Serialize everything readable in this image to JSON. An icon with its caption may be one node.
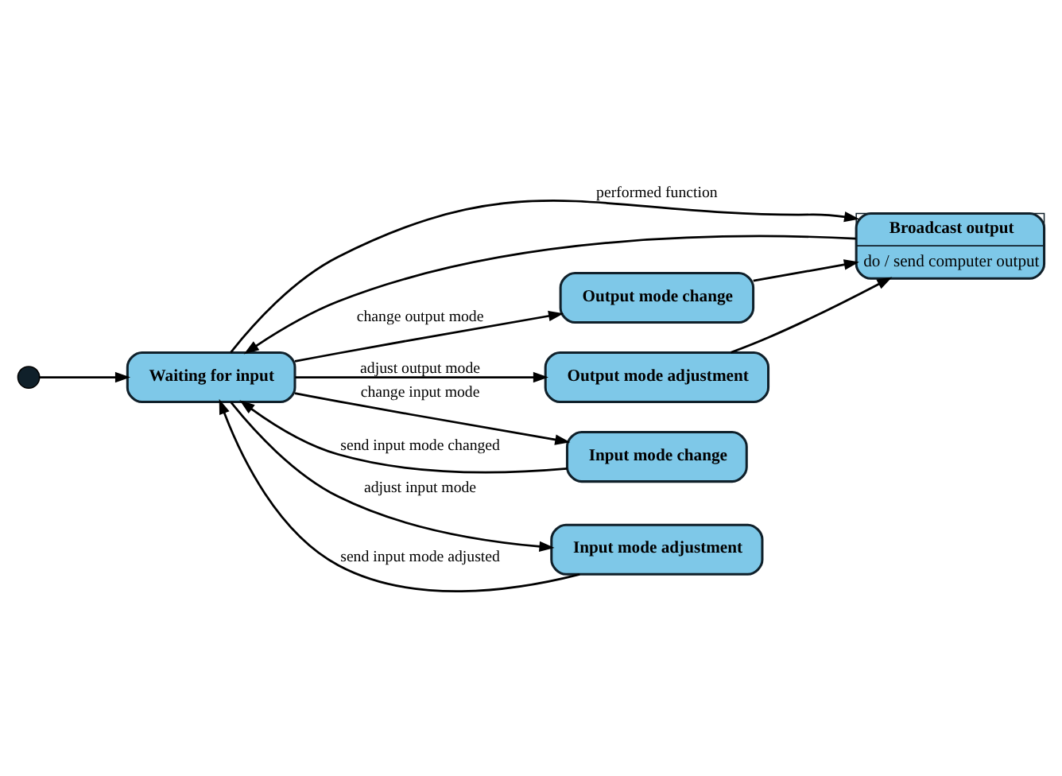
{
  "diagram": {
    "nodes": [
      {
        "text": [],
        "shape": "circle"
      },
      {
        "text": [
          "Broadcast output",
          "do / send computer output"
        ]
      },
      {
        "text": [
          "Waiting for input"
        ]
      },
      {
        "text": [
          "Output mode change"
        ]
      },
      {
        "text": [
          "Output mode adjustment"
        ]
      },
      {
        "text": [
          "Input mode change"
        ]
      },
      {
        "text": [
          "Input mode adjustment"
        ]
      }
    ],
    "edges": [
      {
        "from": 0,
        "to": 2,
        "arrow": "to"
      },
      {
        "from": 1,
        "to": 2,
        "arrow": "to"
      },
      {
        "from": 2,
        "to": 1,
        "arrow": "to",
        "label": "performed function"
      },
      {
        "from": 2,
        "to": 3,
        "arrow": "to",
        "label": "change output mode"
      },
      {
        "from": 3,
        "to": 1,
        "arrow": "to"
      },
      {
        "from": 2,
        "to": 4,
        "arrow": "to",
        "label": "adjust output mode"
      },
      {
        "from": 4,
        "to": 1,
        "arrow": "to"
      },
      {
        "from": 2,
        "to": 5,
        "arrow": "to",
        "label": "change input mode"
      },
      {
        "from": 5,
        "to": 2,
        "arrow": "to",
        "label": "send input mode changed"
      },
      {
        "from": 2,
        "to": 6,
        "arrow": "to",
        "label": "adjust input mode"
      },
      {
        "from": 6,
        "to": 2,
        "arrow": "to",
        "label": "send input mode adjusted"
      }
    ]
  }
}
